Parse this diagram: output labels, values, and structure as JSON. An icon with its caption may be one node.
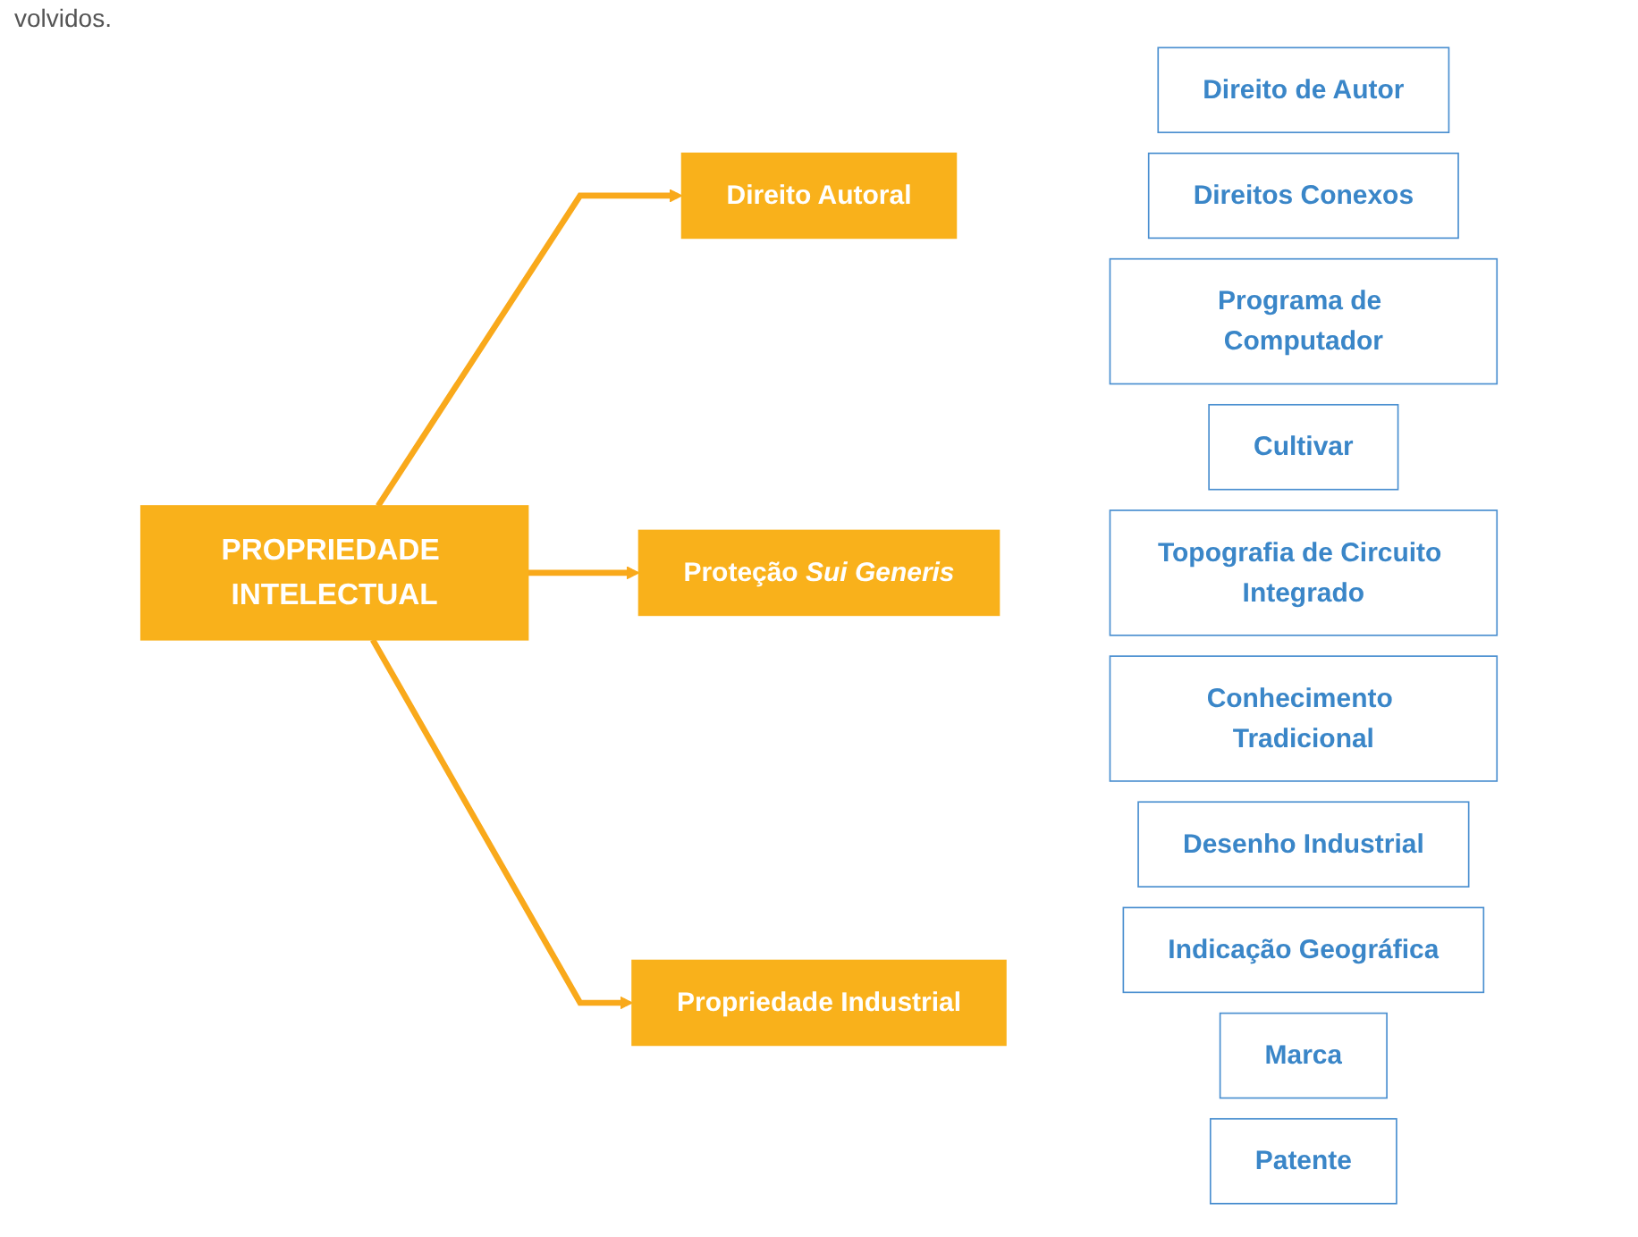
{
  "diagram": {
    "nodes": [
      {
        "text": [
          "PROPRIEDADE INTELECTUAL"
        ]
      },
      {
        "text": [
          "Direito Autoral"
        ]
      },
      {
        "text": [
          "Proteção *Sui Generis*"
        ]
      },
      {
        "text": [
          "Propriedade Industrial"
        ]
      },
      {
        "text": [
          "Direito de Autor"
        ]
      },
      {
        "text": [
          "Direitos Conexos"
        ]
      },
      {
        "text": [
          "Programa de Computador"
        ]
      },
      {
        "text": [
          "Cultivar"
        ]
      },
      {
        "text": [
          "Topografia de Circuito Integrado"
        ]
      },
      {
        "text": [
          "Conhecimento Tradicional"
        ]
      },
      {
        "text": [
          "Desenho Industrial"
        ]
      },
      {
        "text": [
          "Indicação Geográfica"
        ]
      },
      {
        "text": [
          "Marca"
        ]
      },
      {
        "text": [
          "Patente"
        ]
      }
    ],
    "edges": [
      {
        "from": 0,
        "to": 1,
        "arrow": "to"
      },
      {
        "from": 0,
        "to": 2,
        "arrow": "to"
      },
      {
        "from": 0,
        "to": 3,
        "arrow": "to"
      }
    ],
    "labels": [
      "volvidos."
    ]
  }
}
